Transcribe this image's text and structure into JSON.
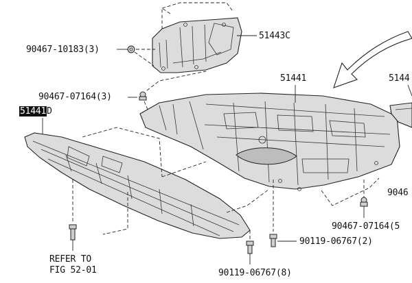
{
  "callouts": {
    "nut_top": "90467-10183(3)",
    "cover_right": "51443C",
    "clip_mid": "90467-07164(3)",
    "panel_main": "51441",
    "panel_right_edge": "5144",
    "front_part_hl": "51441",
    "front_part_suffix": "D",
    "right_edge_num": "9046",
    "clip_right": "90467-07164(5",
    "screw_mid": "90119-06767(2)",
    "screw_bottom": "90119-06767(8)",
    "refer_line1": "REFER TO",
    "refer_line2": "FIG 52-01"
  }
}
